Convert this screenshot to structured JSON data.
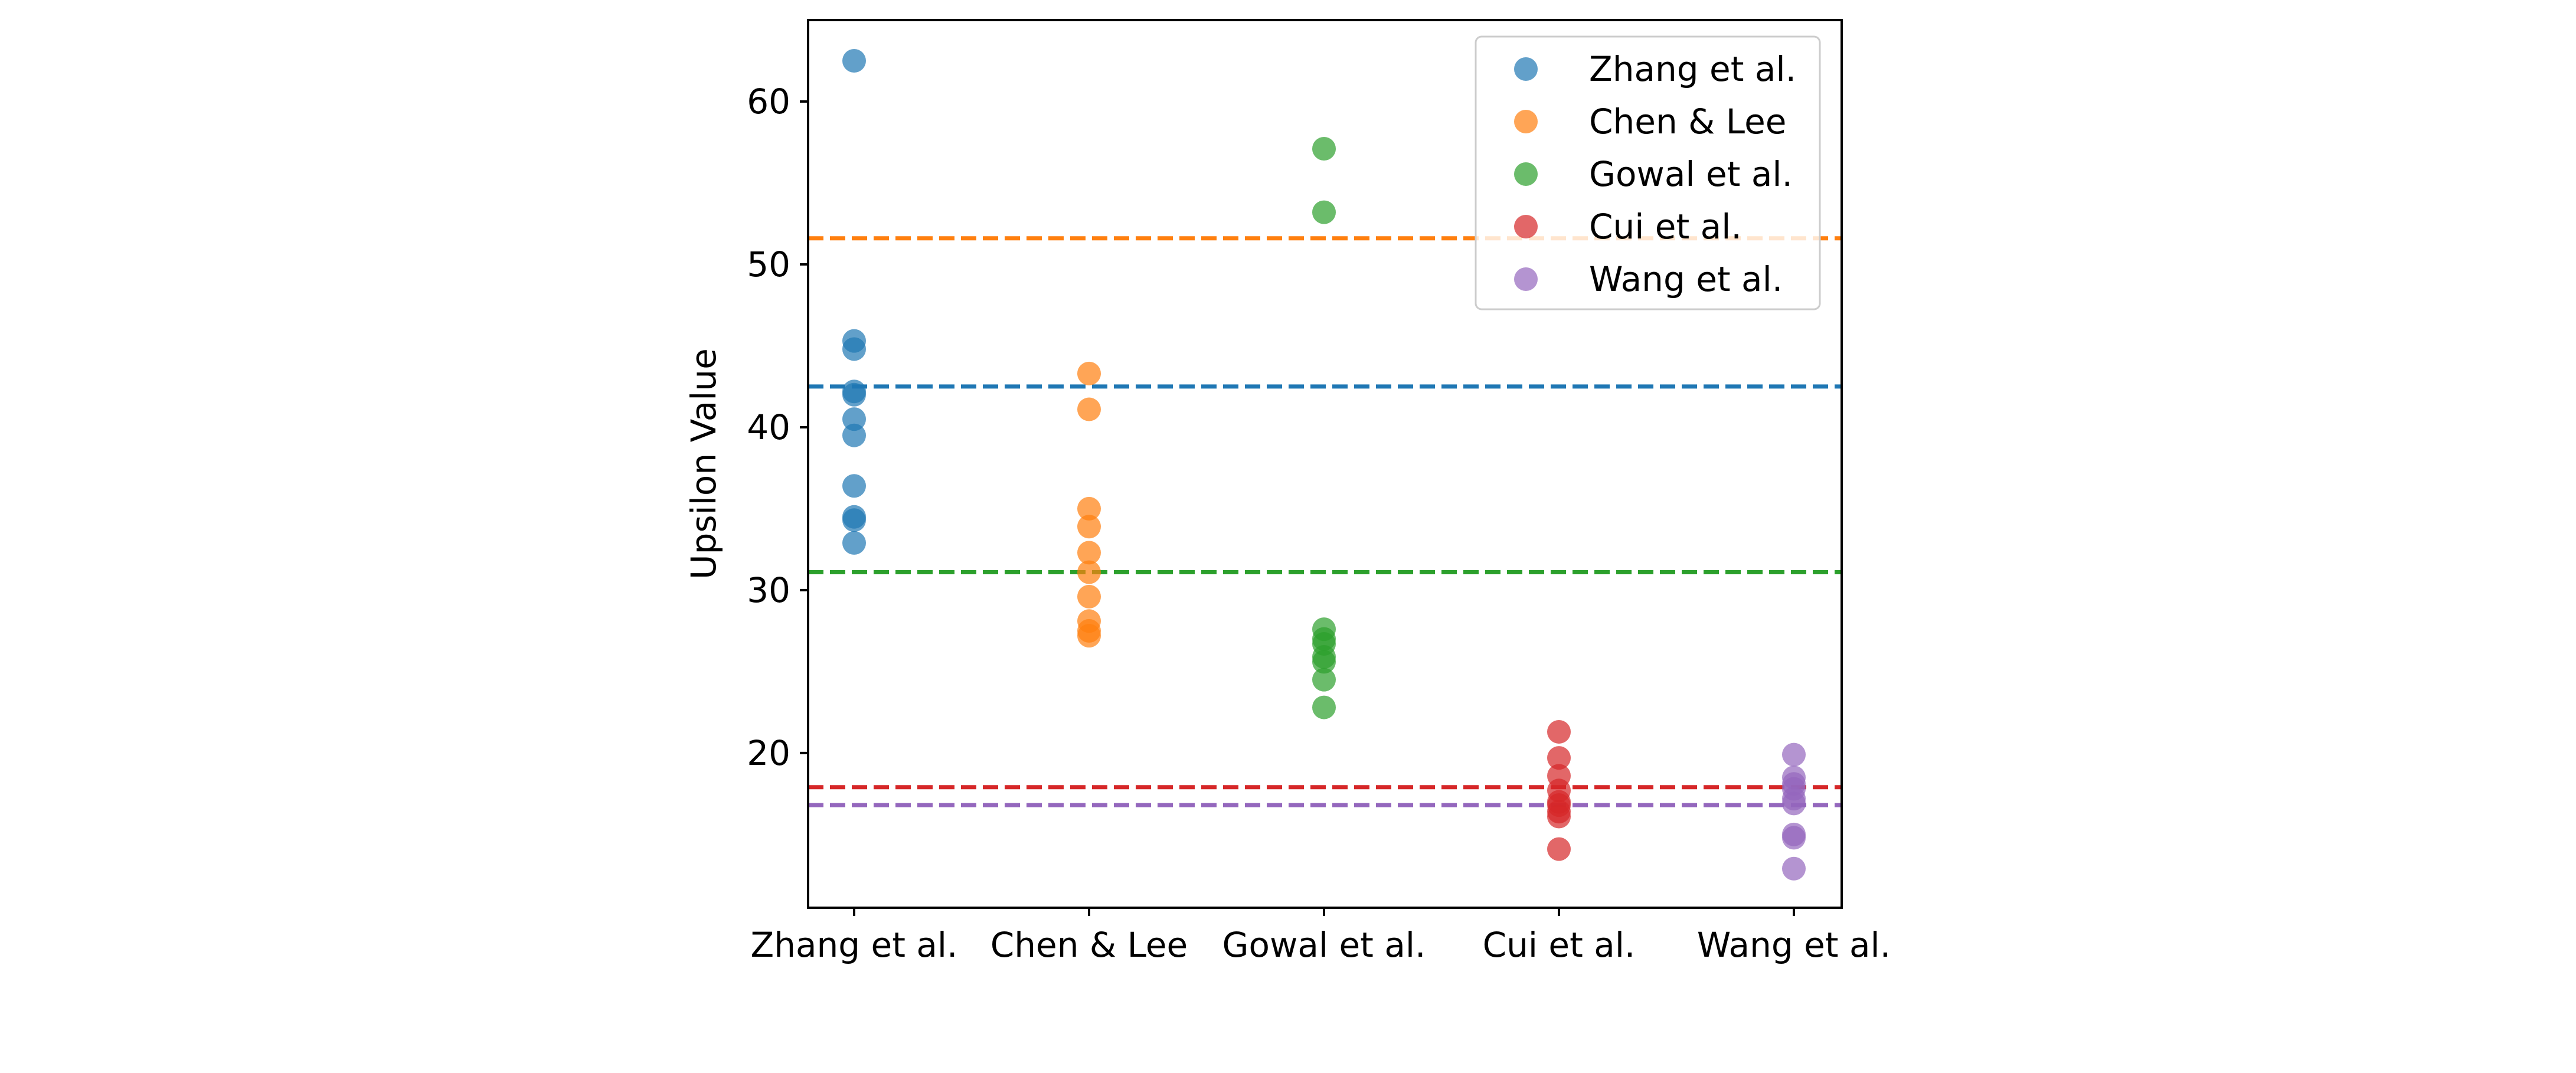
{
  "chart_data": {
    "type": "scatter",
    "title": "",
    "xlabel": "",
    "ylabel": "Upsilon Value",
    "ylim": [
      10.5,
      65
    ],
    "categories": [
      "Zhang et al.",
      "Chen & Lee",
      "Gowal et al.",
      "Cui et al.",
      "Wang et al."
    ],
    "yticks": [
      20,
      30,
      40,
      50,
      60
    ],
    "grid": false,
    "legend_position": "top-right",
    "series": [
      {
        "name": "Zhang et al.",
        "color": "#1f77b4",
        "category_index": 0,
        "values": [
          62.5,
          45.3,
          44.8,
          42.2,
          42.0,
          40.5,
          39.5,
          36.4,
          34.5,
          34.3,
          32.9
        ],
        "mean": 42.5
      },
      {
        "name": "Chen & Lee",
        "color": "#ff7f0e",
        "category_index": 1,
        "values": [
          43.3,
          41.1,
          35.0,
          33.9,
          32.3,
          31.1,
          29.6,
          28.1,
          27.5,
          27.2
        ],
        "mean": 51.6
      },
      {
        "name": "Gowal et al.",
        "color": "#2ca02c",
        "category_index": 2,
        "values": [
          57.1,
          53.2,
          27.6,
          27.0,
          26.7,
          25.9,
          25.6,
          24.5,
          22.8
        ],
        "mean": 31.1
      },
      {
        "name": "Cui et al.",
        "color": "#d62728",
        "category_index": 3,
        "values": [
          21.3,
          19.7,
          18.6,
          17.7,
          17.0,
          16.8,
          16.4,
          16.1,
          14.1
        ],
        "mean": 17.9
      },
      {
        "name": "Wang et al.",
        "color": "#9467bd",
        "category_index": 4,
        "values": [
          19.9,
          18.5,
          18.1,
          17.8,
          17.2,
          16.9,
          15.0,
          14.8,
          12.9
        ],
        "mean": 16.8
      }
    ]
  }
}
